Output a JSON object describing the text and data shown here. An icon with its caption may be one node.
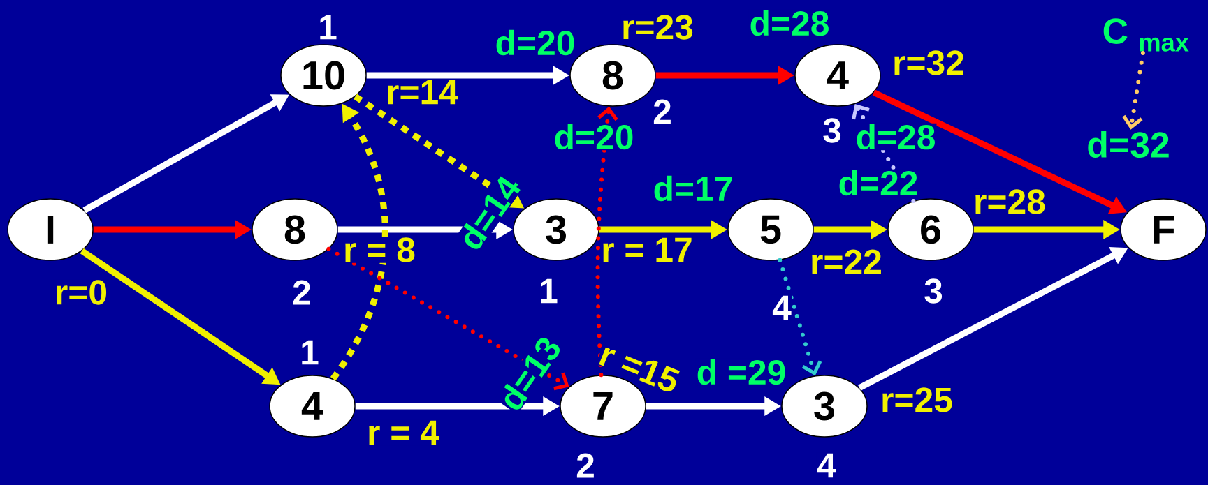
{
  "diagram": {
    "nodes": [
      {
        "text": [
          "I"
        ],
        "beside": [
          "r=0"
        ]
      },
      {
        "text": [
          "10"
        ],
        "beside": [
          "1",
          "r=14"
        ]
      },
      {
        "text": [
          "8"
        ],
        "beside": [
          "2",
          "r = 8"
        ]
      },
      {
        "text": [
          "4"
        ],
        "beside": [
          "1",
          "r = 4"
        ]
      },
      {
        "text": [
          "8"
        ],
        "beside": [
          "r=23",
          "2"
        ]
      },
      {
        "text": [
          "3"
        ],
        "beside": [
          "1",
          "r = 17"
        ]
      },
      {
        "text": [
          "7"
        ],
        "beside": [
          "r =15",
          "2"
        ]
      },
      {
        "text": [
          "4"
        ],
        "beside": [
          "r=32",
          "3"
        ]
      },
      {
        "text": [
          "5"
        ],
        "beside": [
          "r=22",
          "4"
        ]
      },
      {
        "text": [
          "6"
        ],
        "beside": [
          "r=28",
          "3"
        ]
      },
      {
        "text": [
          "3"
        ],
        "beside": [
          "r=25",
          "4"
        ]
      },
      {
        "text": [
          "F"
        ]
      },
      {
        "text": [
          "C $_{max}$"
        ]
      },
      {
        "text": [
          "d=32"
        ]
      }
    ],
    "edges": [
      {
        "from": 0,
        "to": 1,
        "arrow": "to"
      },
      {
        "from": 0,
        "to": 2,
        "arrow": "to",
        "color": "#ff0000"
      },
      {
        "from": 0,
        "to": 3,
        "arrow": "to",
        "color": "#f0f000"
      },
      {
        "from": 1,
        "to": 4,
        "arrow": "to"
      },
      {
        "from": 2,
        "to": 5,
        "arrow": "to"
      },
      {
        "from": 3,
        "to": 6,
        "arrow": "to"
      },
      {
        "from": 4,
        "to": 7,
        "arrow": "to",
        "color": "#ff0000"
      },
      {
        "from": 5,
        "to": 8,
        "arrow": "to",
        "color": "#f0f000"
      },
      {
        "from": 8,
        "to": 9,
        "arrow": "to",
        "color": "#f0f000"
      },
      {
        "from": 9,
        "to": 11,
        "arrow": "to",
        "color": "#f0f000"
      },
      {
        "from": 6,
        "to": 10,
        "arrow": "to"
      },
      {
        "from": 10,
        "to": 11,
        "arrow": "to"
      },
      {
        "from": 7,
        "to": 11,
        "arrow": "to",
        "color": "#ff0000"
      },
      {
        "from": 3,
        "to": 1,
        "arrow": "to",
        "style": "dashed",
        "color": "#f0f000"
      },
      {
        "from": 1,
        "to": 5,
        "arrow": "to",
        "style": "dashed",
        "color": "#f0f000"
      },
      {
        "from": 2,
        "to": 6,
        "arrow": "to",
        "style": "dashed",
        "color": "#ff0000"
      },
      {
        "from": 6,
        "to": 4,
        "arrow": "to",
        "style": "dashed",
        "color": "#ff0000"
      },
      {
        "from": 9,
        "to": 7,
        "arrow": "to",
        "style": "dashed",
        "color": "#c8c8ff"
      },
      {
        "from": 8,
        "to": 10,
        "arrow": "to",
        "style": "dashed",
        "color": "#33cccc"
      },
      {
        "from": 12,
        "to": 13,
        "arrow": "to",
        "style": "dashed",
        "color": "#ffcc66"
      }
    ],
    "labels": [
      "d=20",
      "d=28",
      "d=20",
      "d=14",
      "d=17",
      "d=28",
      "d=22",
      "d=13",
      "d =29"
    ]
  }
}
